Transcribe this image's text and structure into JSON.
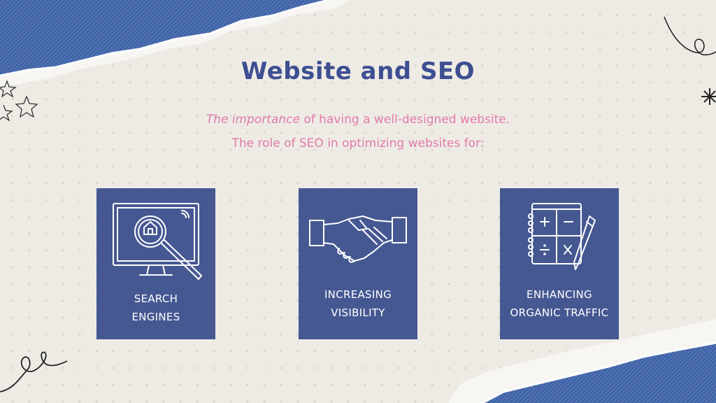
{
  "slide": {
    "title": "Website and SEO",
    "subtitle_emphasis": "The importance",
    "subtitle_rest": " of having a well-designed website.",
    "subtitle_line2": "The role of SEO in optimizing websites for:"
  },
  "cards": [
    {
      "label_line1": "SEARCH",
      "label_line2": "ENGINES",
      "icon": "monitor-magnifier-icon"
    },
    {
      "label_line1": "INCREASING",
      "label_line2": "VISIBILITY",
      "icon": "handshake-icon"
    },
    {
      "label_line1": "ENHANCING",
      "label_line2": "ORGANIC TRAFFIC",
      "icon": "calculator-notebook-icon"
    }
  ],
  "colors": {
    "background": "#eeebe5",
    "title": "#3d4f91",
    "subtitle": "#e27aa9",
    "card": "#455892",
    "denim": "#3f63a6"
  }
}
